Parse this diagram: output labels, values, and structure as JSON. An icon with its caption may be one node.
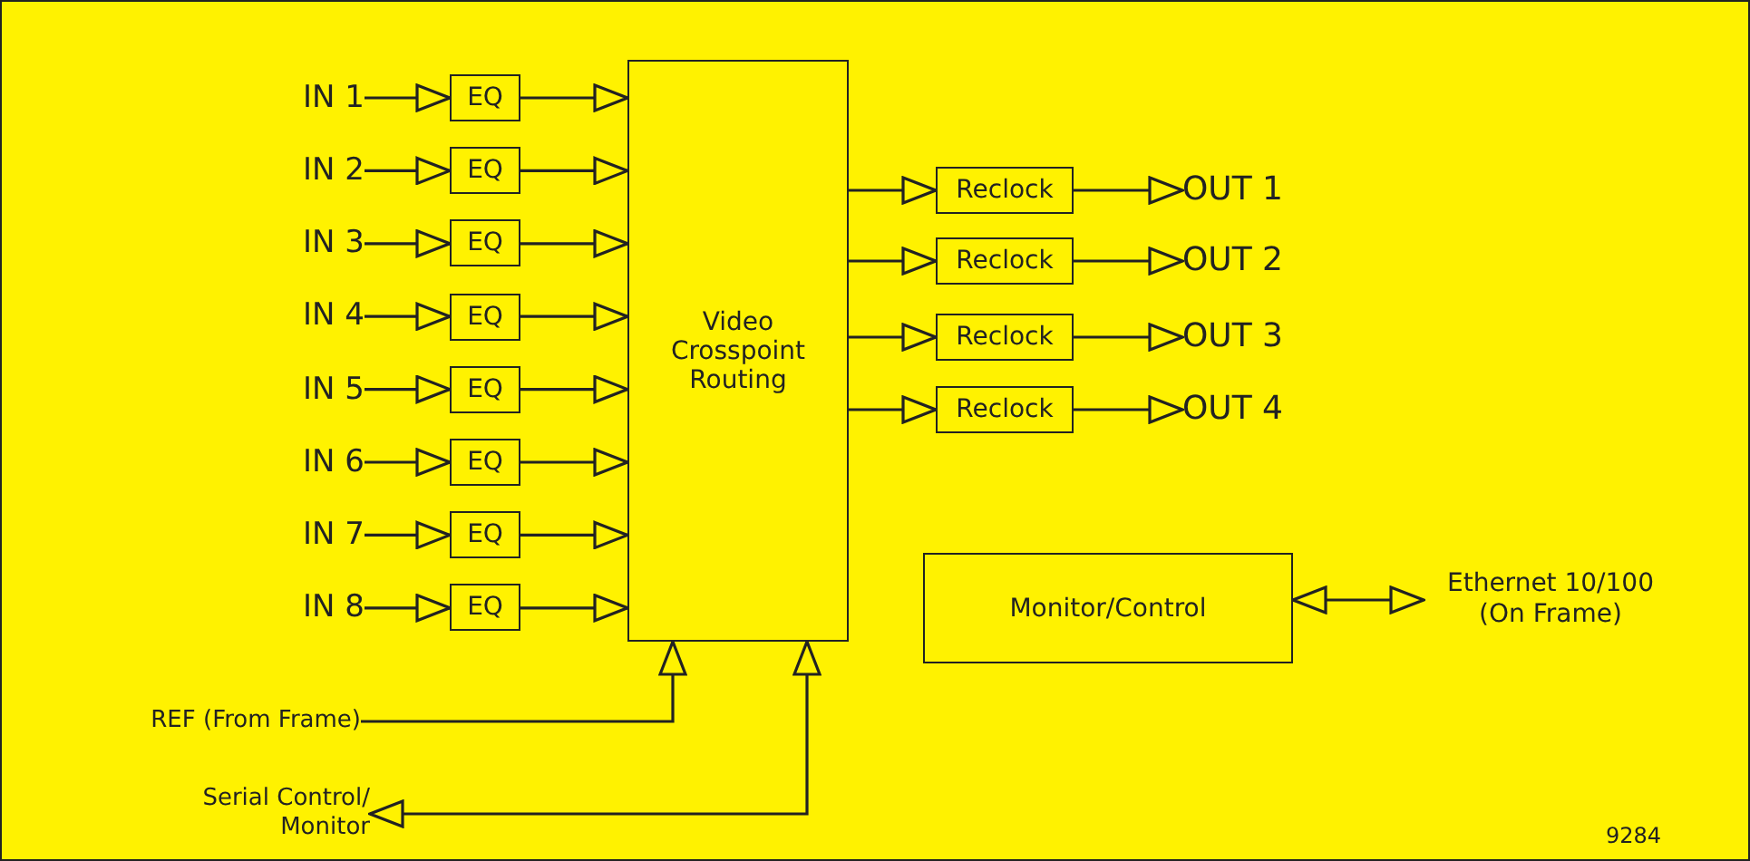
{
  "diagram": {
    "nodes": [
      {
        "text": [
          "IN 1"
        ]
      },
      {
        "text": [
          "IN 2"
        ]
      },
      {
        "text": [
          "IN 3"
        ]
      },
      {
        "text": [
          "IN 4"
        ]
      },
      {
        "text": [
          "IN 5"
        ]
      },
      {
        "text": [
          "IN 6"
        ]
      },
      {
        "text": [
          "IN 7"
        ]
      },
      {
        "text": [
          "IN 8"
        ]
      },
      {
        "text": [
          "EQ"
        ]
      },
      {
        "text": [
          "EQ"
        ]
      },
      {
        "text": [
          "EQ"
        ]
      },
      {
        "text": [
          "EQ"
        ]
      },
      {
        "text": [
          "EQ"
        ]
      },
      {
        "text": [
          "EQ"
        ]
      },
      {
        "text": [
          "EQ"
        ]
      },
      {
        "text": [
          "EQ"
        ]
      },
      {
        "text": [
          "Video Crosspoint Routing"
        ]
      },
      {
        "text": [
          "Reclock"
        ]
      },
      {
        "text": [
          "Reclock"
        ]
      },
      {
        "text": [
          "Reclock"
        ]
      },
      {
        "text": [
          "Reclock"
        ]
      },
      {
        "text": [
          "OUT 1"
        ]
      },
      {
        "text": [
          "OUT 2"
        ]
      },
      {
        "text": [
          "OUT 3"
        ]
      },
      {
        "text": [
          "OUT 4"
        ]
      },
      {
        "text": [
          "Monitor/Control"
        ]
      },
      {
        "text": [
          "Ethernet 10/100 (On Frame)"
        ]
      },
      {
        "text": [
          "REF (From Frame)"
        ]
      },
      {
        "text": [
          "Serial Control/ Monitor"
        ]
      }
    ],
    "edges": [
      {
        "from": 0,
        "to": 8,
        "arrow": "to"
      },
      {
        "from": 1,
        "to": 9,
        "arrow": "to"
      },
      {
        "from": 2,
        "to": 10,
        "arrow": "to"
      },
      {
        "from": 3,
        "to": 11,
        "arrow": "to"
      },
      {
        "from": 4,
        "to": 12,
        "arrow": "to"
      },
      {
        "from": 5,
        "to": 13,
        "arrow": "to"
      },
      {
        "from": 6,
        "to": 14,
        "arrow": "to"
      },
      {
        "from": 7,
        "to": 15,
        "arrow": "to"
      },
      {
        "from": 8,
        "to": 16,
        "arrow": "to"
      },
      {
        "from": 9,
        "to": 16,
        "arrow": "to"
      },
      {
        "from": 10,
        "to": 16,
        "arrow": "to"
      },
      {
        "from": 11,
        "to": 16,
        "arrow": "to"
      },
      {
        "from": 12,
        "to": 16,
        "arrow": "to"
      },
      {
        "from": 13,
        "to": 16,
        "arrow": "to"
      },
      {
        "from": 14,
        "to": 16,
        "arrow": "to"
      },
      {
        "from": 15,
        "to": 16,
        "arrow": "to"
      },
      {
        "from": 16,
        "to": 17,
        "arrow": "to"
      },
      {
        "from": 16,
        "to": 18,
        "arrow": "to"
      },
      {
        "from": 16,
        "to": 19,
        "arrow": "to"
      },
      {
        "from": 16,
        "to": 20,
        "arrow": "to"
      },
      {
        "from": 17,
        "to": 21,
        "arrow": "to"
      },
      {
        "from": 18,
        "to": 22,
        "arrow": "to"
      },
      {
        "from": 19,
        "to": 23,
        "arrow": "to"
      },
      {
        "from": 20,
        "to": 24,
        "arrow": "to"
      },
      {
        "from": 25,
        "to": 26,
        "arrow": "both"
      },
      {
        "from": 27,
        "to": 16,
        "arrow": "to"
      },
      {
        "from": 16,
        "to": 28,
        "arrow": "both"
      }
    ],
    "labels": [
      "9284"
    ]
  }
}
